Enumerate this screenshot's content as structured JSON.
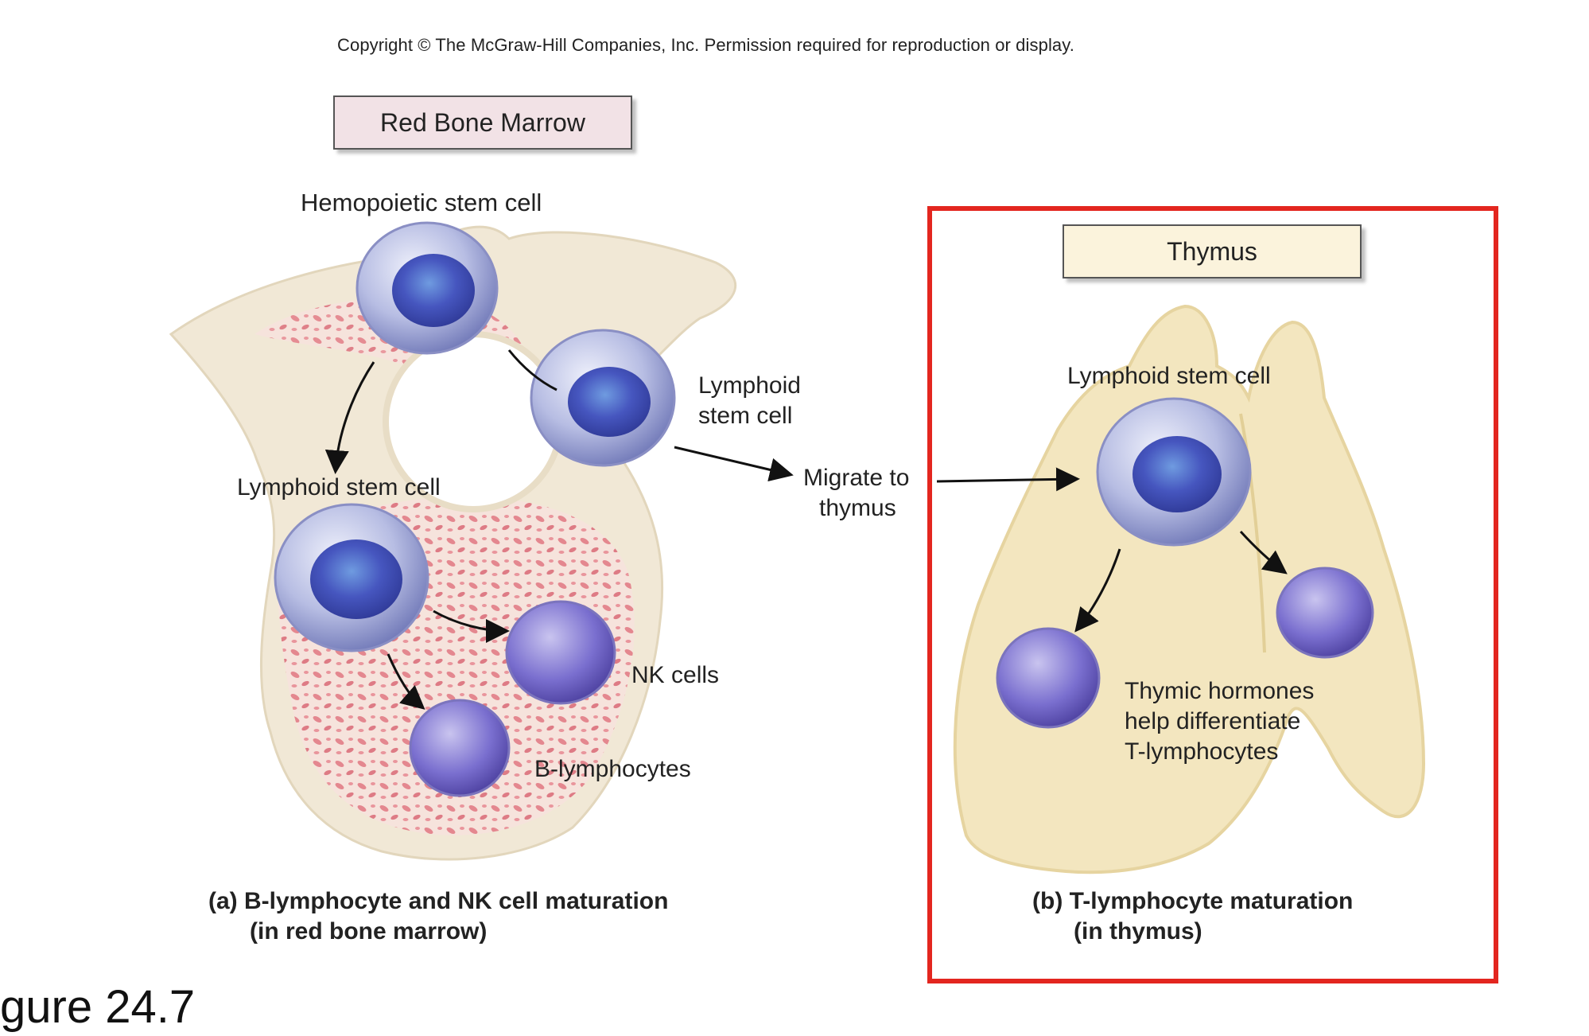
{
  "copyright": "Copyright © The McGraw-Hill Companies, Inc. Permission required for reproduction or display.",
  "panel_a": {
    "header": "Red Bone Marrow",
    "labels": {
      "hemopoietic": "Hemopoietic stem cell",
      "lymphoid_upper_1": "Lymphoid",
      "lymphoid_upper_2": "stem cell",
      "lymphoid_lower": "Lymphoid stem cell",
      "nk": "NK cells",
      "b_lymph": "B-lymphocytes"
    },
    "caption_1": "(a) B-lymphocyte and NK cell maturation",
    "caption_2": "(in red bone marrow)"
  },
  "migrate": {
    "line1": "Migrate to",
    "line2": "thymus"
  },
  "panel_b": {
    "header": "Thymus",
    "labels": {
      "lymphoid": "Lymphoid stem cell",
      "hormones_1": "Thymic hormones",
      "hormones_2": "help differentiate",
      "hormones_3": "T-lymphocytes"
    },
    "caption_1": "(b) T-lymphocyte maturation",
    "caption_2": "(in thymus)"
  },
  "figure_label": "gure 24.7",
  "colors": {
    "bone": "#f3ecdc",
    "marrow": "#e98b93",
    "thymus": "#f4e7bf",
    "cell_membrane": "#b4bce0",
    "nucleus": "#3f4fb5",
    "highlight": "#e3261f"
  }
}
